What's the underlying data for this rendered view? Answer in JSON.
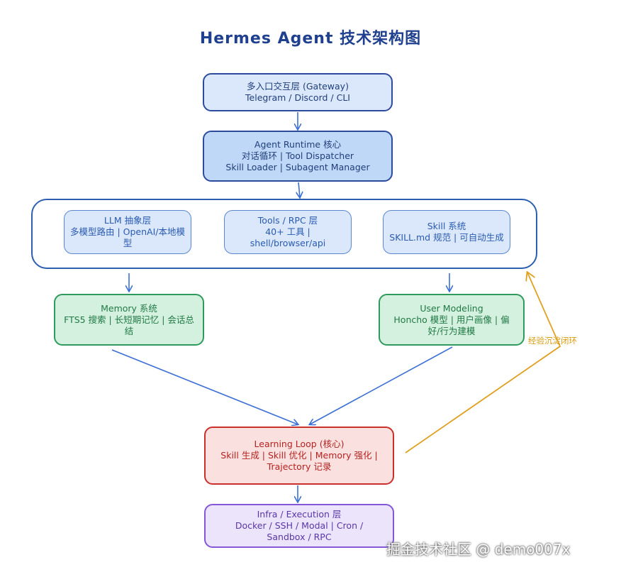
{
  "title": "Hermes Agent 技术架构图",
  "gateway": {
    "line1": "多入口交互层 (Gateway)",
    "line2": "Telegram / Discord / CLI"
  },
  "runtime": {
    "line1": "Agent Runtime 核心",
    "line2": "对话循环 | Tool Dispatcher",
    "line3": "Skill Loader | Subagent Manager"
  },
  "llm": {
    "line1": "LLM 抽象层",
    "line2": "多模型路由 | OpenAI/本地模型"
  },
  "tools": {
    "line1": "Tools / RPC 层",
    "line2": "40+ 工具 | shell/browser/api"
  },
  "skill": {
    "line1": "Skill 系统",
    "line2": "SKILL.md 规范 | 可自动生成"
  },
  "memory": {
    "line1": "Memory 系统",
    "line2": "FTS5 搜索 | 长短期记忆 | 会话总结"
  },
  "user_modeling": {
    "line1": "User Modeling",
    "line2": "Honcho 模型 | 用户画像 | 偏",
    "line3": "好/行为建模"
  },
  "learning": {
    "line1": "Learning Loop (核心)",
    "line2": "Skill 生成 | Skill 优化 | Memory 强化 |",
    "line3": "Trajectory 记录"
  },
  "infra": {
    "line1": "Infra / Execution 层",
    "line2": "Docker / SSH / Modal | Cron /",
    "line3": "Sandbox / RPC"
  },
  "loop_label": "经验沉淀闭环",
  "watermark": "掘金技术社区 @ demo007x",
  "colors": {
    "blue_arrow": "#3b6fd4",
    "loop_arrow": "#e0a020"
  }
}
